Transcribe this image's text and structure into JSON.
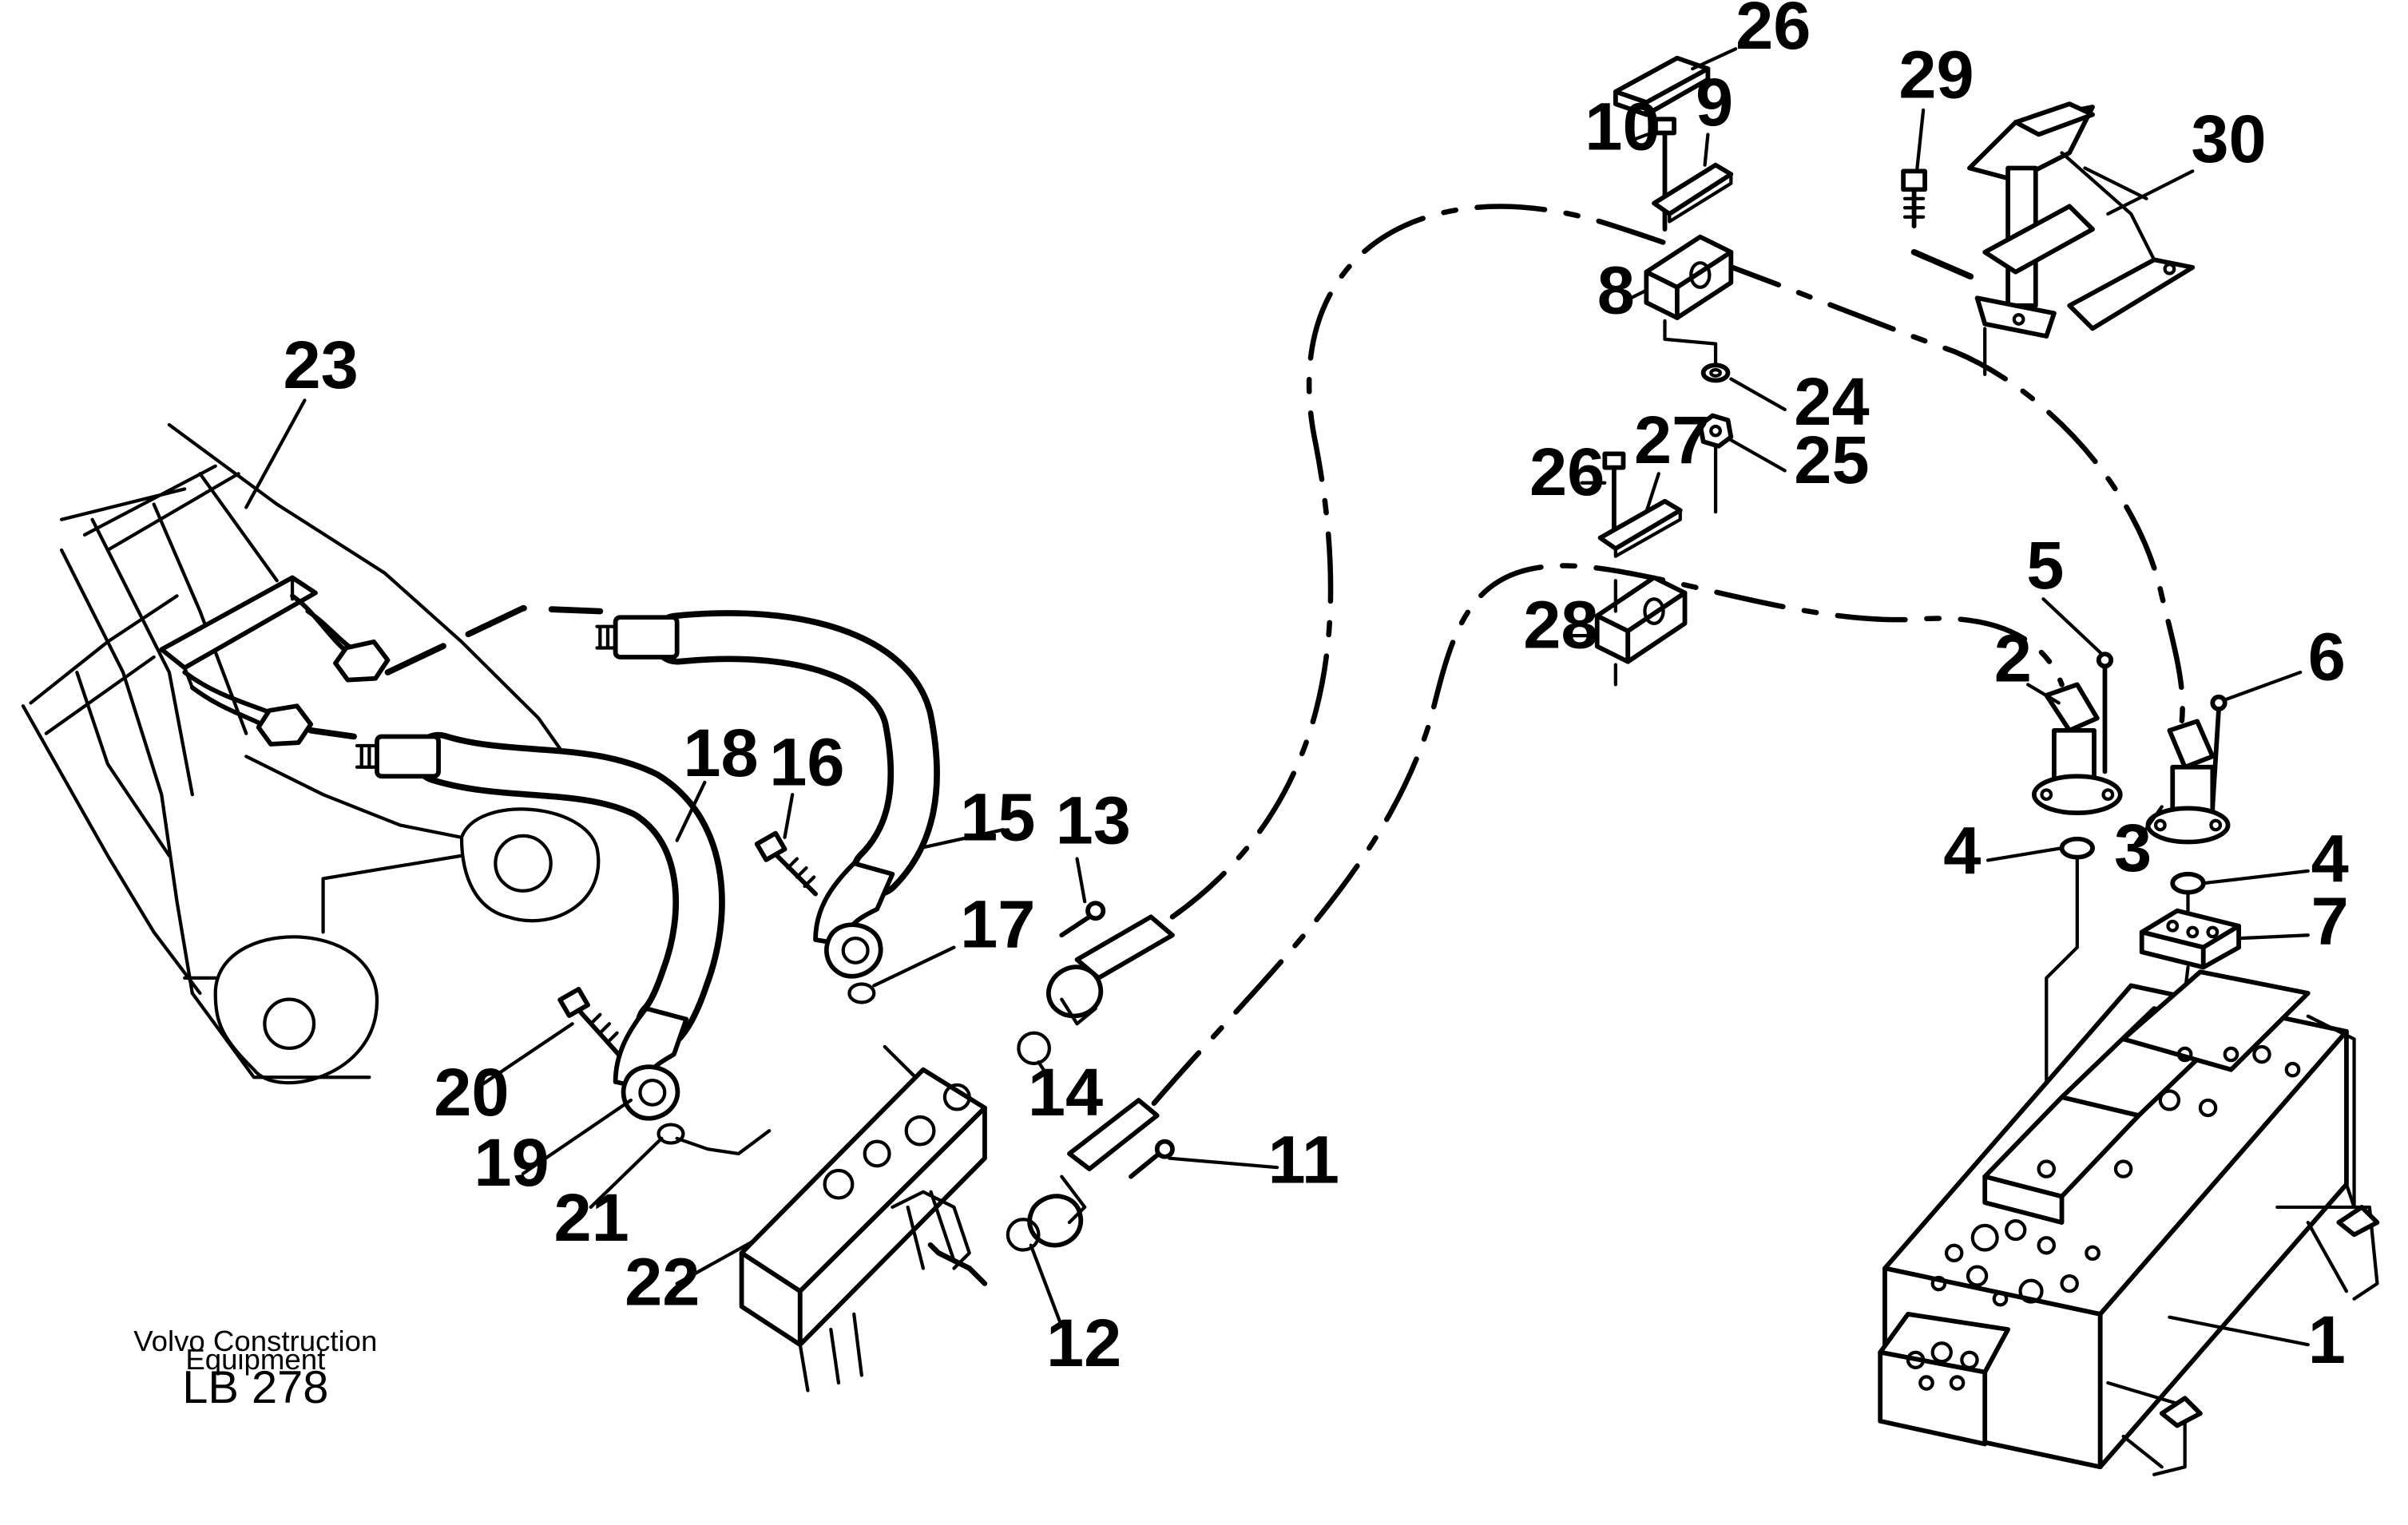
{
  "callouts": {
    "c1": "1",
    "c2": "2",
    "c3": "3",
    "c4a": "4",
    "c4b": "4",
    "c5": "5",
    "c6": "6",
    "c7": "7",
    "c8": "8",
    "c9": "9",
    "c10": "10",
    "c11": "11",
    "c12": "12",
    "c13": "13",
    "c14": "14",
    "c15": "15",
    "c16": "16",
    "c17": "17",
    "c18": "18",
    "c19": "19",
    "c20": "20",
    "c21": "21",
    "c22": "22",
    "c23": "23",
    "c24": "24",
    "c25": "25",
    "c26a": "26",
    "c26b": "26",
    "c27": "27",
    "c28": "28",
    "c29": "29",
    "c30": "30"
  },
  "footer": {
    "company_line1": "Volvo Construction",
    "company_line2": "Equipment",
    "code": "LB 278"
  }
}
